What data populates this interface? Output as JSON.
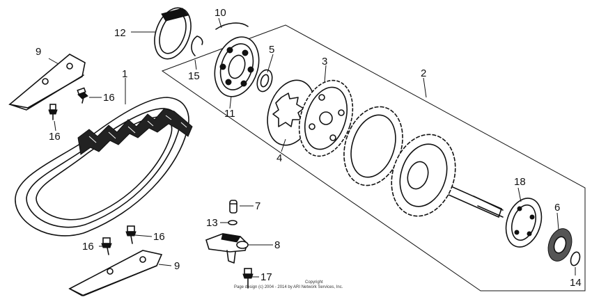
{
  "labels": {
    "p1": "1",
    "p2": "2",
    "p3": "3",
    "p4": "4",
    "p5": "5",
    "p6": "6",
    "p7": "7",
    "p8": "8",
    "p9a": "9",
    "p9b": "9",
    "p10": "10",
    "p11": "11",
    "p12": "12",
    "p13": "13",
    "p14": "14",
    "p15": "15",
    "p16a": "16",
    "p16b": "16",
    "p16c": "16",
    "p16d": "16",
    "p17": "17",
    "p18": "18"
  },
  "copyright": {
    "word": "Copyright",
    "line": "Page design (c) 2004 - 2014 by ARI Network Services, Inc."
  }
}
